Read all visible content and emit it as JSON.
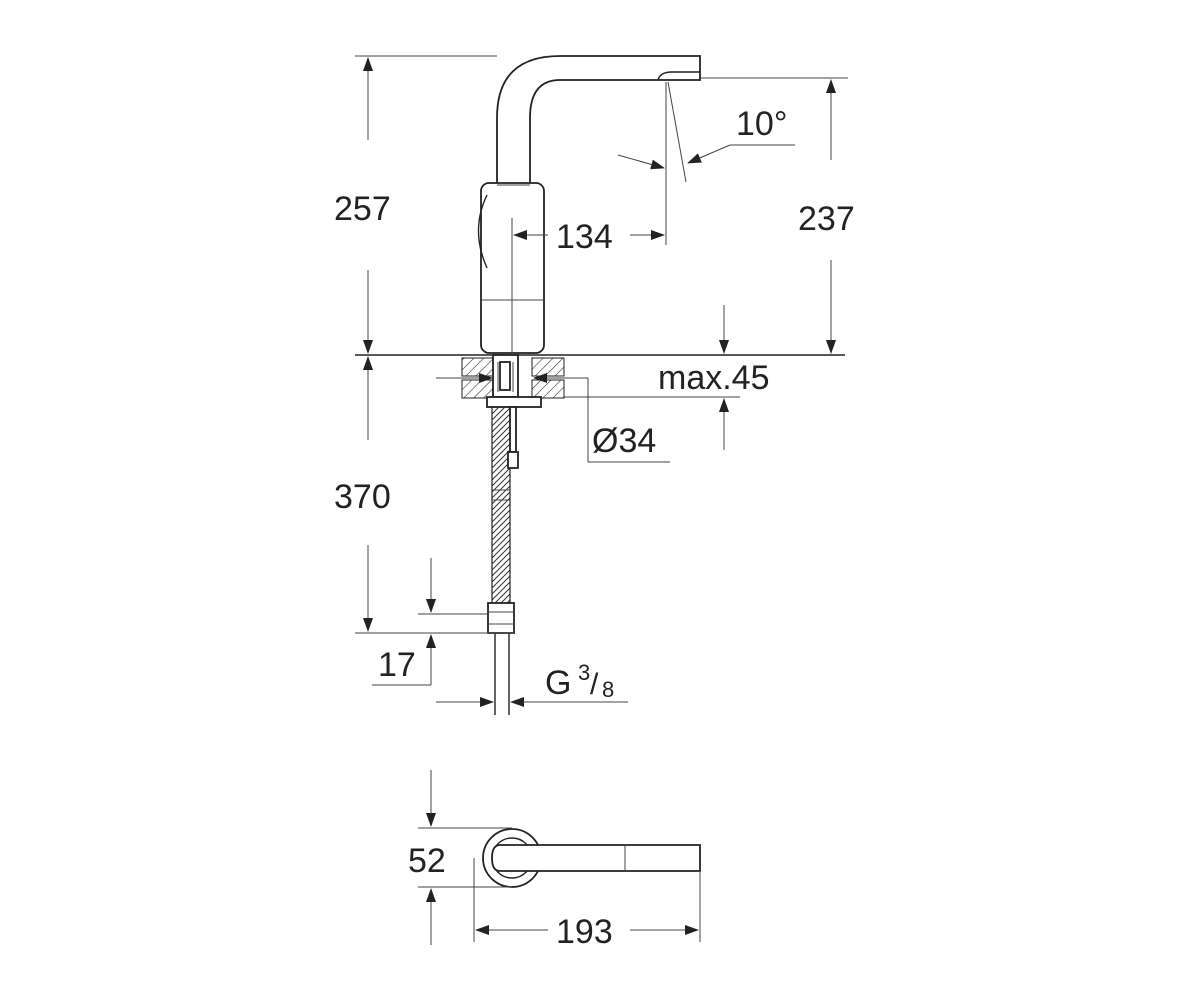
{
  "dimensions": {
    "height_total": "257",
    "spout_height": "237",
    "spout_reach": "134",
    "spray_angle": "10°",
    "deck_thickness": "max.45",
    "hole_diameter": "Ø34",
    "hose_length": "370",
    "connector_height": "17",
    "thread_prefix": "G",
    "thread_numerator": "3",
    "thread_slash": "/",
    "thread_denominator": "8",
    "top_width": "52",
    "top_length": "193"
  },
  "colors": {
    "line": "#222222",
    "background": "#ffffff"
  }
}
